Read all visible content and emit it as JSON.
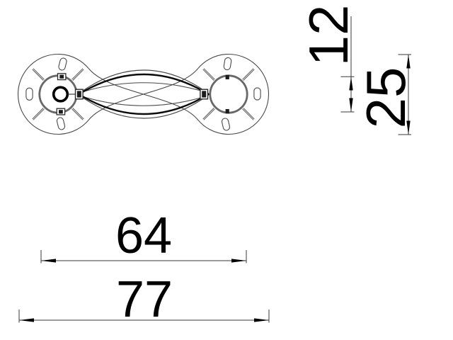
{
  "meta": {
    "background": "#ffffff",
    "line_color": "#3c3c3c",
    "text_color": "#000000"
  },
  "drawing": {
    "title": "double-flange-handle-top-view",
    "dimensions": {
      "dim_12": {
        "value": "12",
        "orientation": "vertical"
      },
      "dim_25": {
        "value": "25",
        "orientation": "vertical"
      },
      "dim_64": {
        "value": "64",
        "orientation": "horizontal"
      },
      "dim_77": {
        "value": "77",
        "orientation": "horizontal"
      }
    }
  }
}
